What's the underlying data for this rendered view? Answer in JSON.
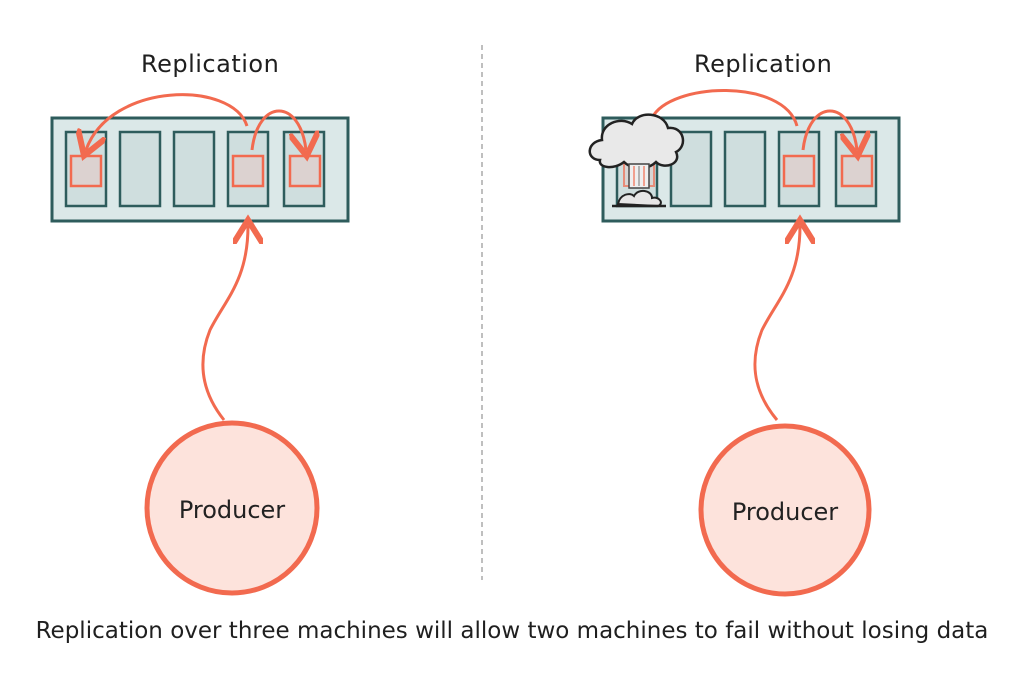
{
  "panels": [
    {
      "title": "Replication",
      "producer_label": "Producer",
      "failed_machine": false
    },
    {
      "title": "Replication",
      "producer_label": "Producer",
      "failed_machine": true
    }
  ],
  "caption": "Replication over three machines will allow two machines to fail without losing data",
  "colors": {
    "accent": "#f26a4f",
    "producer_fill": "#fde3dc",
    "machine_fill": "#dbe8e8",
    "machine_stroke": "#2e5c5c",
    "block_fill": "#dcd2d0",
    "divider": "#aaaaaa"
  },
  "icons": {
    "failure": "mushroom-cloud-icon"
  }
}
